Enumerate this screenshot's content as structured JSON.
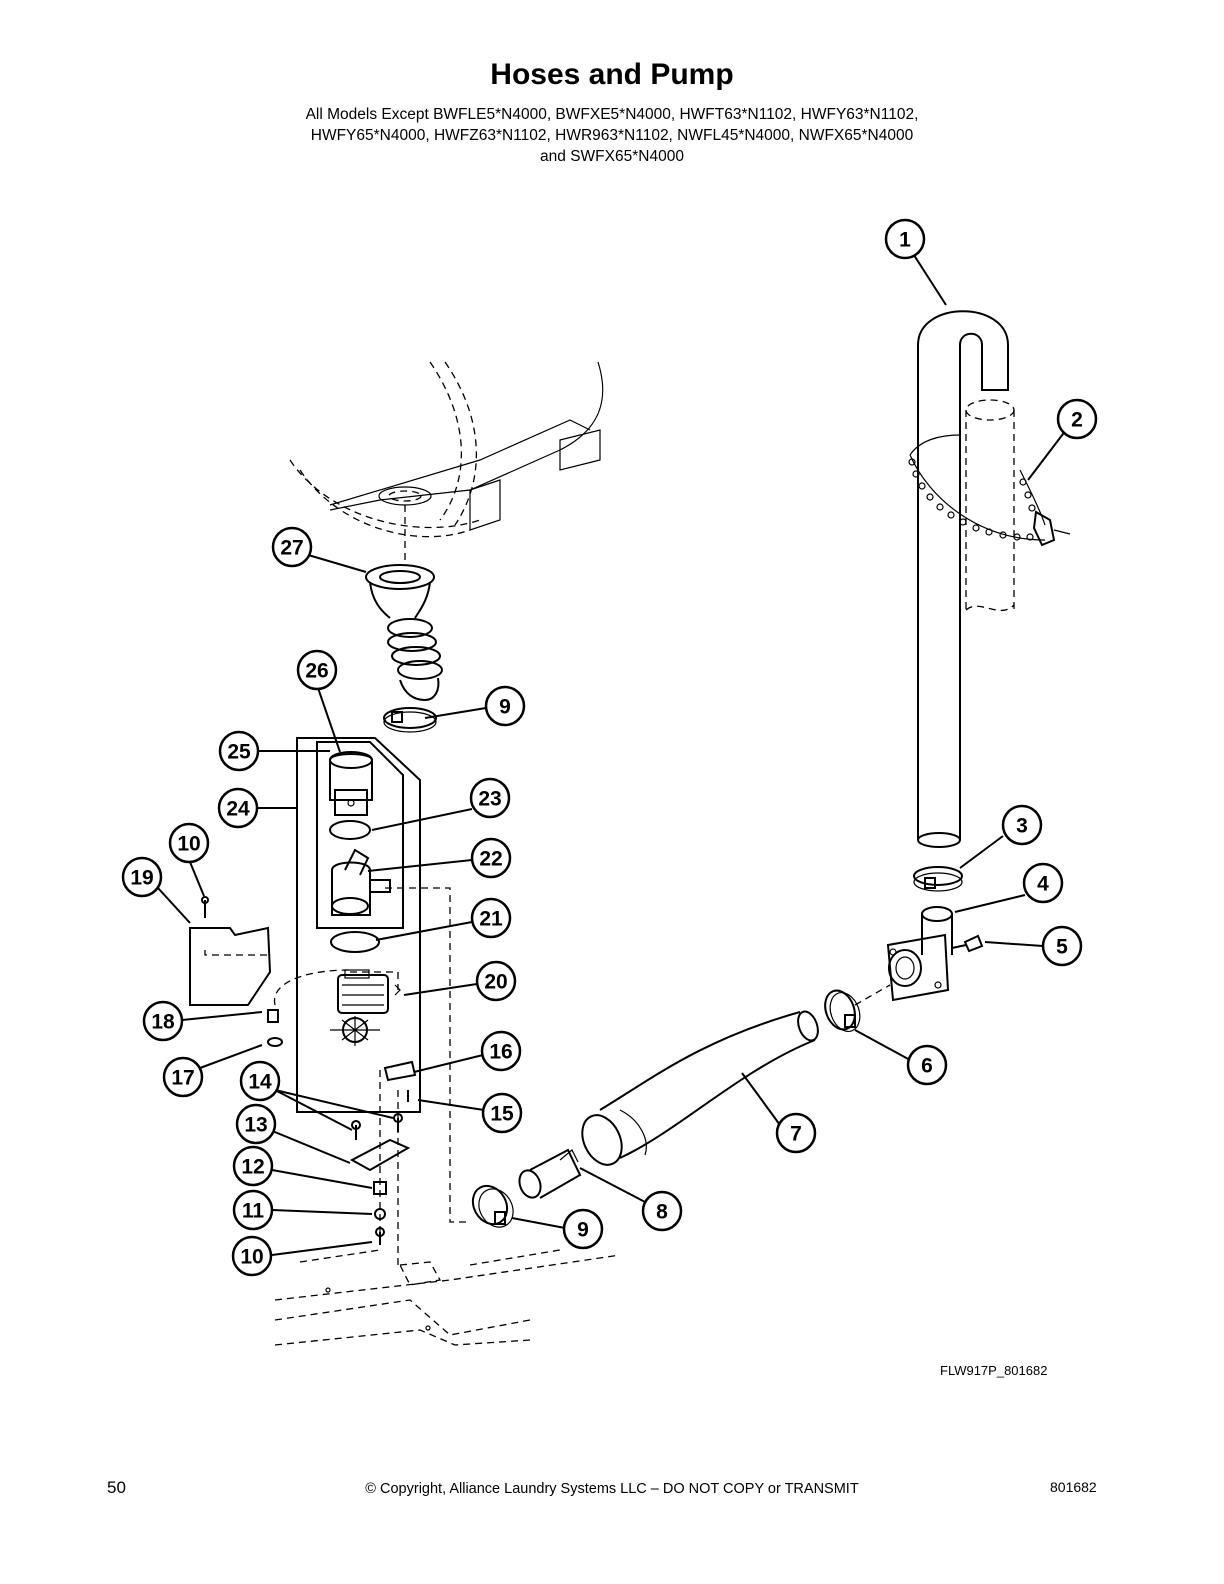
{
  "header": {
    "title": "Hoses and Pump",
    "subtitle_lines": [
      "All Models Except BWFLE5*N4000, BWFXE5*N4000, HWFT63*N1102, HWFY63*N1102,",
      "HWFY65*N4000, HWFZ63*N1102, HWR963*N1102, NWFL45*N4000, NWFX65*N4000",
      "and SWFX65*N4000"
    ]
  },
  "callouts": [
    "1",
    "2",
    "3",
    "4",
    "5",
    "6",
    "7",
    "8",
    "9",
    "9",
    "10",
    "10",
    "11",
    "12",
    "13",
    "14",
    "15",
    "16",
    "17",
    "18",
    "19",
    "20",
    "21",
    "22",
    "23",
    "24",
    "25",
    "26",
    "27"
  ],
  "figure_code": "FLW917P_801682",
  "footer": {
    "page_number": "50",
    "copyright": "© Copyright, Alliance Laundry Systems LLC – DO NOT COPY or TRANSMIT",
    "doc_number": "801682"
  }
}
